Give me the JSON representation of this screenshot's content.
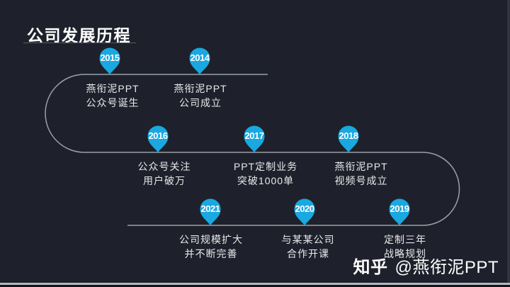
{
  "slide": {
    "title": "公司发展历程"
  },
  "watermark": {
    "brand": "知乎",
    "handle": "@燕衔泥PPT"
  },
  "colors": {
    "background": "#1e212b",
    "pin": "#1aa8e0",
    "line": "#9aa0a8",
    "text": "#e8e9eb",
    "year_text": "#ffffff",
    "title_text": "#ffffff",
    "title_underline": "#565a62",
    "bottom_strip": "#b5b8bf"
  },
  "timeline": {
    "milestones": [
      {
        "year": "2014",
        "line1": "燕衔泥PPT",
        "line2": "公司成立"
      },
      {
        "year": "2015",
        "line1": "燕衔泥PPT",
        "line2": "公众号诞生"
      },
      {
        "year": "2016",
        "line1": "公众号关注",
        "line2": "用户破万"
      },
      {
        "year": "2017",
        "line1": "PPT定制业务",
        "line2": "突破1000单"
      },
      {
        "year": "2018",
        "line1": "燕衔泥PPT",
        "line2": "视频号成立"
      },
      {
        "year": "2019",
        "line1": "定制三年",
        "line2": "战略规划"
      },
      {
        "year": "2020",
        "line1": "与某某公司",
        "line2": "合作开课"
      },
      {
        "year": "2021",
        "line1": "公司规模扩大",
        "line2": "并不断完善"
      }
    ]
  }
}
